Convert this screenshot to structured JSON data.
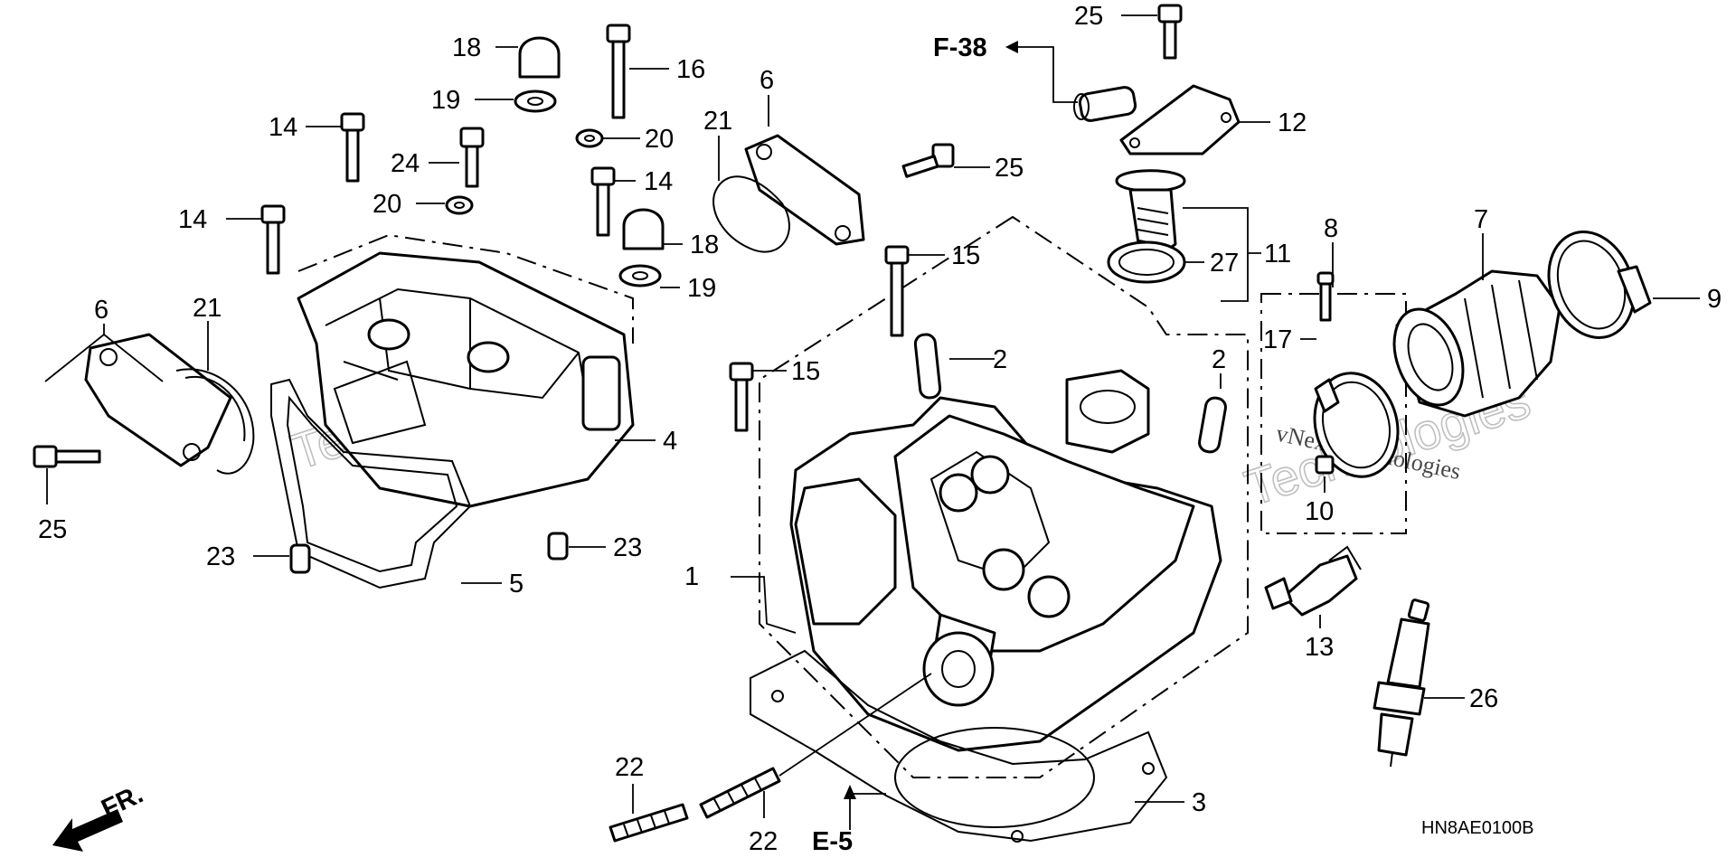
{
  "callouts": {
    "c1": "1",
    "c2a": "2",
    "c2b": "2",
    "c3": "3",
    "c4": "4",
    "c5": "5",
    "c6a": "6",
    "c6b": "6",
    "c7": "7",
    "c8": "8",
    "c9": "9",
    "c10": "10",
    "c11": "11",
    "c12": "12",
    "c13": "13",
    "c14a": "14",
    "c14b": "14",
    "c14c": "14",
    "c15a": "15",
    "c15b": "15",
    "c16": "16",
    "c17": "17",
    "c18a": "18",
    "c18b": "18",
    "c19a": "19",
    "c19b": "19",
    "c20a": "20",
    "c20b": "20",
    "c21a": "21",
    "c21b": "21",
    "c22a": "22",
    "c22b": "22",
    "c23a": "23",
    "c23b": "23",
    "c24": "24",
    "c25a": "25",
    "c25b": "25",
    "c25c": "25",
    "c26": "26",
    "c27": "27"
  },
  "references": {
    "f38": "F-38",
    "e5": "E-5"
  },
  "front_label": "FR.",
  "diagram_code": "HN8AE0100B",
  "watermark": {
    "line1": "vNext",
    "line2": "Technologies",
    "line3": "vNext Technologies"
  }
}
